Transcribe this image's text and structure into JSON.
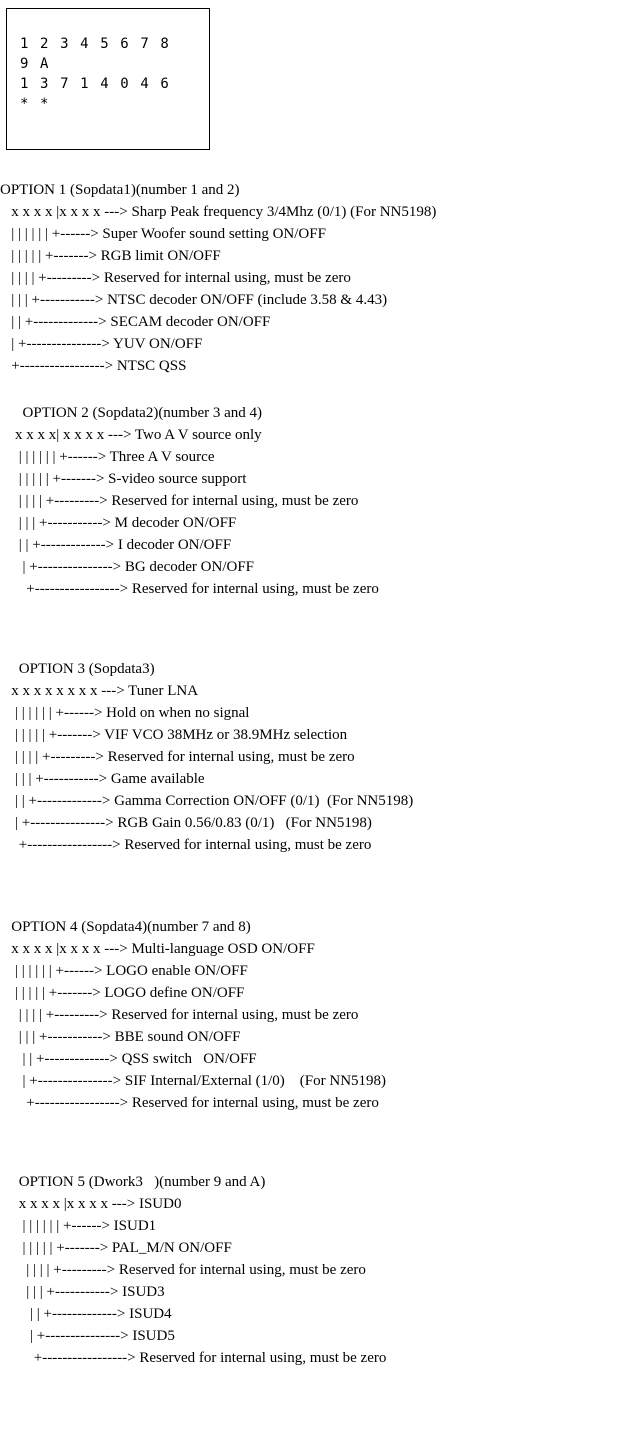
{
  "code_box": {
    "rows": [
      "1 2 3 4 5 6 7 8",
      "9 A",
      "1 3 7 1 4 0 4 6",
      "* *"
    ]
  },
  "options": [
    {
      "lines": [
        "OPTION 1 (Sopdata1)(number 1 and 2)",
        "   x x x x |x x x x ---> Sharp Peak frequency 3/4Mhz (0/1) (For NN5198)",
        "   | | | | | | +------> Super Woofer sound setting ON/OFF",
        "   | | | | | +-------> RGB limit ON/OFF",
        "   | | | | +---------> Reserved for internal using, must be zero",
        "   | | | +-----------> NTSC decoder ON/OFF (include 3.58 & 4.43)",
        "   | | +-------------> SECAM decoder ON/OFF",
        "   | +---------------> YUV ON/OFF",
        "   +-----------------> NTSC QSS"
      ]
    },
    {
      "lines": [
        "      OPTION 2 (Sopdata2)(number 3 and 4)",
        "    x x x x| x x x x ---> Two A V source only",
        "     | | | | | | +------> Three A V source",
        "     | | | | | +-------> S-video source support",
        "     | | | | +---------> Reserved for internal using, must be zero",
        "     | | | +-----------> M decoder ON/OFF",
        "     | | +-------------> I decoder ON/OFF",
        "      | +---------------> BG decoder ON/OFF",
        "       +-----------------> Reserved for internal using, must be zero"
      ]
    },
    {
      "lines": [
        "     OPTION 3 (Sopdata3)",
        "   x x x x x x x x ---> Tuner LNA",
        "    | | | | | | +------> Hold on when no signal",
        "    | | | | | +-------> VIF VCO 38MHz or 38.9MHz selection",
        "    | | | | +---------> Reserved for internal using, must be zero",
        "    | | | +-----------> Game available",
        "    | | +-------------> Gamma Correction ON/OFF (0/1)  (For NN5198)",
        "    | +---------------> RGB Gain 0.56/0.83 (0/1)   (For NN5198)",
        "     +-----------------> Reserved for internal using, must be zero"
      ]
    },
    {
      "lines": [
        "   OPTION 4 (Sopdata4)(number 7 and 8)",
        "   x x x x |x x x x ---> Multi-language OSD ON/OFF",
        "    | | | | | | +------> LOGO enable ON/OFF",
        "    | | | | | +-------> LOGO define ON/OFF",
        "     | | | | +---------> Reserved for internal using, must be zero",
        "     | | | +-----------> BBE sound ON/OFF",
        "      | | +-------------> QSS switch   ON/OFF",
        "      | +---------------> SIF Internal/External (1/0)    (For NN5198)",
        "       +-----------------> Reserved for internal using, must be zero"
      ]
    },
    {
      "lines": [
        "     OPTION 5 (Dwork3   )(number 9 and A)",
        "     x x x x |x x x x ---> ISUD0",
        "      | | | | | | +------> ISUD1",
        "      | | | | | +-------> PAL_M/N ON/OFF",
        "       | | | | +---------> Reserved for internal using, must be zero",
        "       | | | +-----------> ISUD3",
        "        | | +-------------> ISUD4",
        "        | +---------------> ISUD5",
        "         +-----------------> Reserved for internal using, must be zero"
      ]
    }
  ]
}
